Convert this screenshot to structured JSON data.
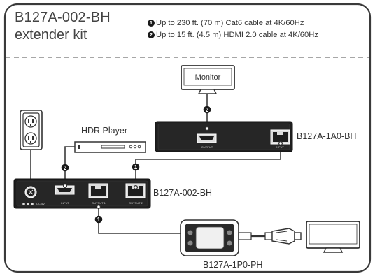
{
  "title": {
    "line1": "B127A-002-BH",
    "line2": "extender kit"
  },
  "specs": [
    {
      "marker": "1",
      "text": "Up to 230 ft. (70 m) Cat6 cable at 4K/60Hz"
    },
    {
      "marker": "2",
      "text": "Up to 15 ft. (4.5 m) HDMI 2.0 cable at 4K/60Hz"
    }
  ],
  "devices": {
    "monitor": "Monitor",
    "hdr_player": "HDR Player",
    "receiver_hdmi": "B127A-1A0-BH",
    "transmitter": "B127A-002-BH",
    "receiver_pod": "B127A-1P0-PH"
  },
  "ports": {
    "receiver_output": "OUTPUT",
    "receiver_input": "INPUT",
    "tx_input": "INPUT",
    "tx_output1": "OUTPUT 1",
    "tx_output2": "OUTPUT 2",
    "tx_dc": "DC 5V"
  },
  "connection_markers": {
    "cat6": "1",
    "hdmi": "2"
  }
}
